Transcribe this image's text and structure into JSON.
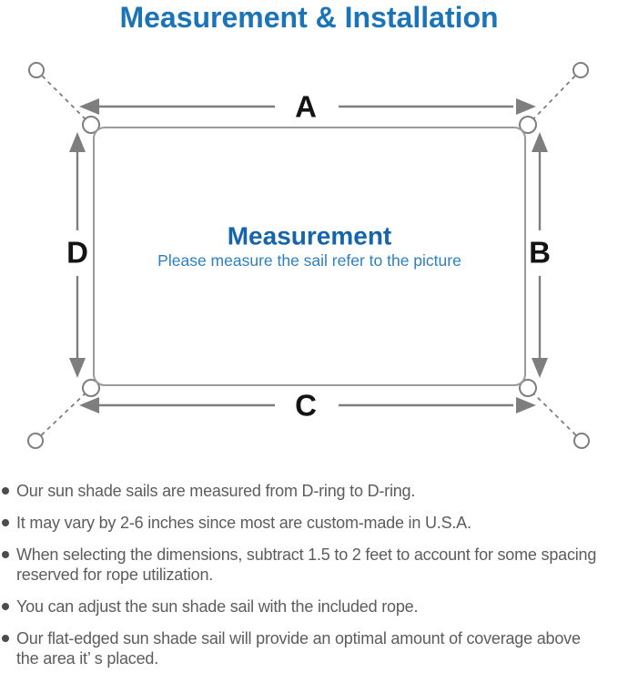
{
  "title": "Measurement & Installation",
  "diagram": {
    "labels": {
      "top": "A",
      "right": "B",
      "bottom": "C",
      "left": "D"
    },
    "center_title": "Measurement",
    "center_subtitle": "Please measure the sail refer to the picture"
  },
  "notes": [
    {
      "lines": [
        "Our sun shade sails are measured from D-ring to D-ring."
      ]
    },
    {
      "lines": [
        "It may vary by 2-6 inches since most are custom-made in U.S.A."
      ]
    },
    {
      "lines": [
        "When selecting the dimensions, subtract 1.5 to 2 feet to account for some spacing",
        "reserved for rope utilization."
      ]
    },
    {
      "lines": [
        "You can adjust the sun shade sail with the included rope."
      ]
    },
    {
      "lines": [
        "Our flat-edged sun shade sail will provide an optimal amount of coverage above",
        "the area it’ s placed."
      ]
    }
  ],
  "colors": {
    "title_blue": "#1b74b8",
    "diagram_blue": "#1565ad",
    "subtitle_blue": "#2e7fc0",
    "line_gray": "#7e7e7e",
    "border_gray": "#9a9a9a",
    "note_text": "#5c5c5c",
    "label_black": "#141414"
  }
}
